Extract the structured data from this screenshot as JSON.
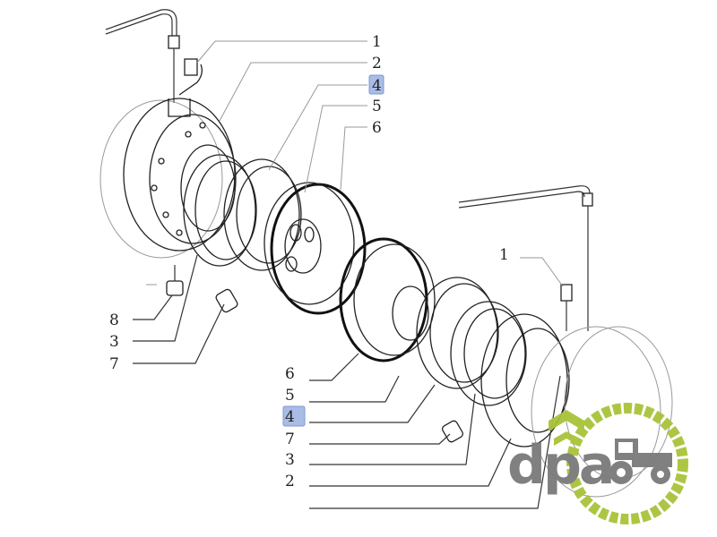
{
  "diagram": {
    "callouts_top_right": [
      "1",
      "2",
      "4",
      "5",
      "6"
    ],
    "callouts_left": [
      "8",
      "3",
      "7"
    ],
    "callouts_bottom_middle": [
      "6",
      "5",
      "4",
      "7",
      "3",
      "2"
    ],
    "callout_right": "1",
    "highlighted_label": "4",
    "highlight_color": "#a9bce6"
  },
  "logo": {
    "text": "dpa",
    "accent_color": "#a8c43a",
    "gray_color": "#7a7a7a"
  }
}
